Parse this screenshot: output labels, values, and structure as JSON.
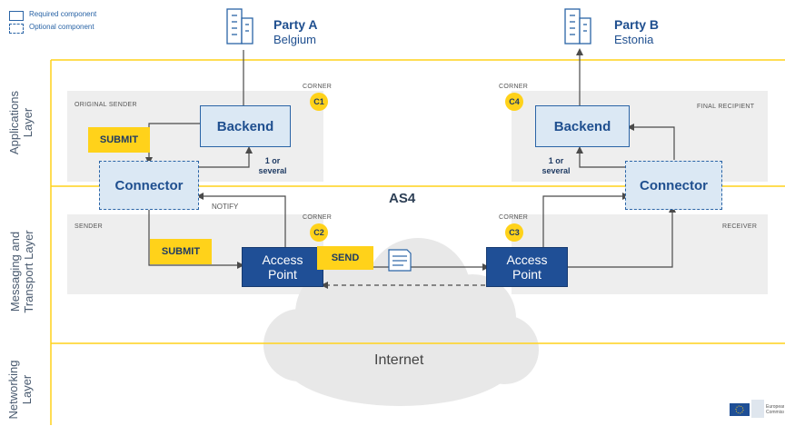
{
  "legend": {
    "required": "Required component",
    "optional": "Optional component"
  },
  "layers": {
    "applications": "Applications\nLayer",
    "messaging": "Messaging and\nTransport Layer",
    "networking": "Networking\nLayer"
  },
  "parties": {
    "a": {
      "name": "Party A",
      "country": "Belgium"
    },
    "b": {
      "name": "Party B",
      "country": "Estonia"
    }
  },
  "regions": {
    "original_sender": "ORIGINAL SENDER",
    "final_recipient": "FINAL RECIPIENT",
    "sender": "SENDER",
    "receiver": "RECEIVER"
  },
  "corners": {
    "caption": "CORNER",
    "c1": "C1",
    "c2": "C2",
    "c3": "C3",
    "c4": "C4"
  },
  "components": {
    "backend": "Backend",
    "connector": "Connector",
    "access_point": "Access\nPoint"
  },
  "actions": {
    "submit": "SUBMIT",
    "send": "SEND",
    "notify": "NOTIFY",
    "one_or_several": "1 or\nseveral"
  },
  "protocol": "AS4",
  "network": "Internet",
  "logo_text": "European Commission",
  "colors": {
    "accent_yellow": "#ffd21a",
    "dark_blue": "#1f4f96",
    "light_blue": "#dbe8f4",
    "region_gray": "#eeeeee"
  }
}
